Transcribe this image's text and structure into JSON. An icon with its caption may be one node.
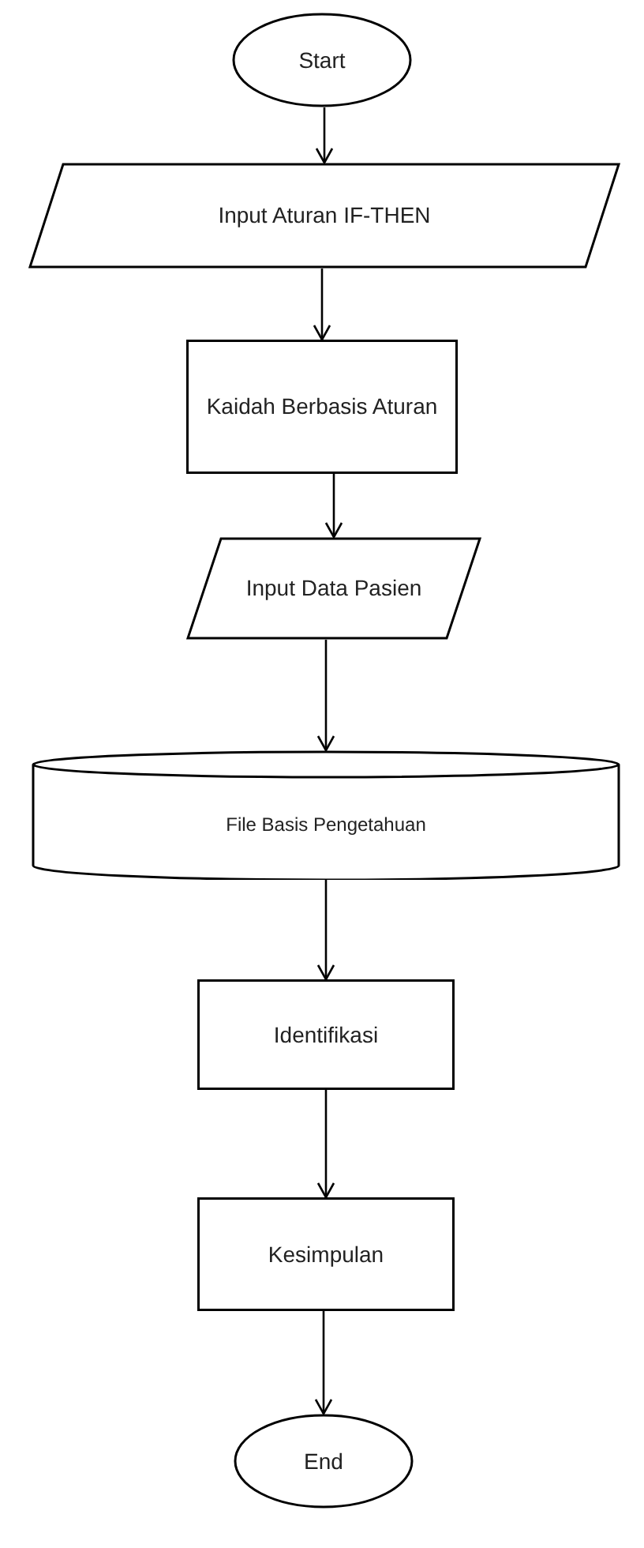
{
  "diagram": {
    "nodes": [
      {
        "text": [
          "Start"
        ]
      },
      {
        "text": [
          "Input Aturan IF-THEN"
        ]
      },
      {
        "text": [
          "Kaidah Berbasis Aturan"
        ]
      },
      {
        "text": [
          "Input Data Pasien"
        ]
      },
      {
        "text": [
          "File Basis Pengetahuan"
        ]
      },
      {
        "text": [
          "Identifikasi"
        ]
      },
      {
        "text": [
          "Kesimpulan"
        ]
      },
      {
        "text": [
          "End"
        ]
      }
    ],
    "edges": [
      {
        "from": 0,
        "to": 1,
        "arrow": "to"
      },
      {
        "from": 1,
        "to": 2,
        "arrow": "to"
      },
      {
        "from": 2,
        "to": 3,
        "arrow": "to"
      },
      {
        "from": 3,
        "to": 4,
        "arrow": "to"
      },
      {
        "from": 4,
        "to": 5,
        "arrow": "to"
      },
      {
        "from": 5,
        "to": 6,
        "arrow": "to"
      },
      {
        "from": 6,
        "to": 7,
        "arrow": "to"
      }
    ]
  }
}
